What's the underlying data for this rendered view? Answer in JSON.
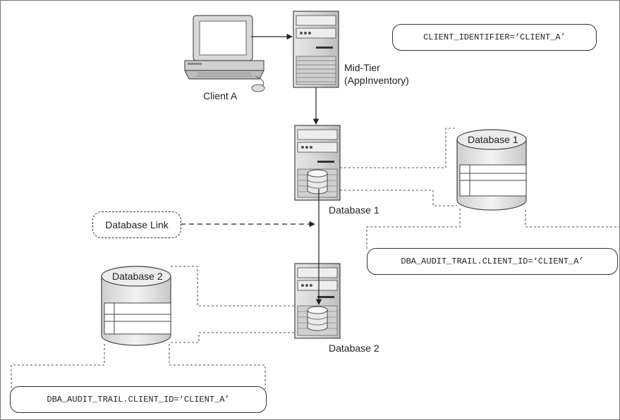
{
  "client": {
    "label": "Client A"
  },
  "mid_tier": {
    "name": "Mid-Tier",
    "app": "(AppInventory)"
  },
  "db1_server": {
    "label": "Database 1"
  },
  "db2_server": {
    "label": "Database 2"
  },
  "db1_cylinder": {
    "label": "Database 1"
  },
  "db2_cylinder": {
    "label": "Database 2"
  },
  "db_link": {
    "label": "Database Link"
  },
  "callouts": {
    "client_identifier": "CLIENT_IDENTIFIER=‘CLIENT_A’",
    "audit_db1": "DBA_AUDIT_TRAIL.CLIENT_ID=‘CLIENT_A’",
    "audit_db2": "DBA_AUDIT_TRAIL.CLIENT_ID=‘CLIENT_A’"
  }
}
